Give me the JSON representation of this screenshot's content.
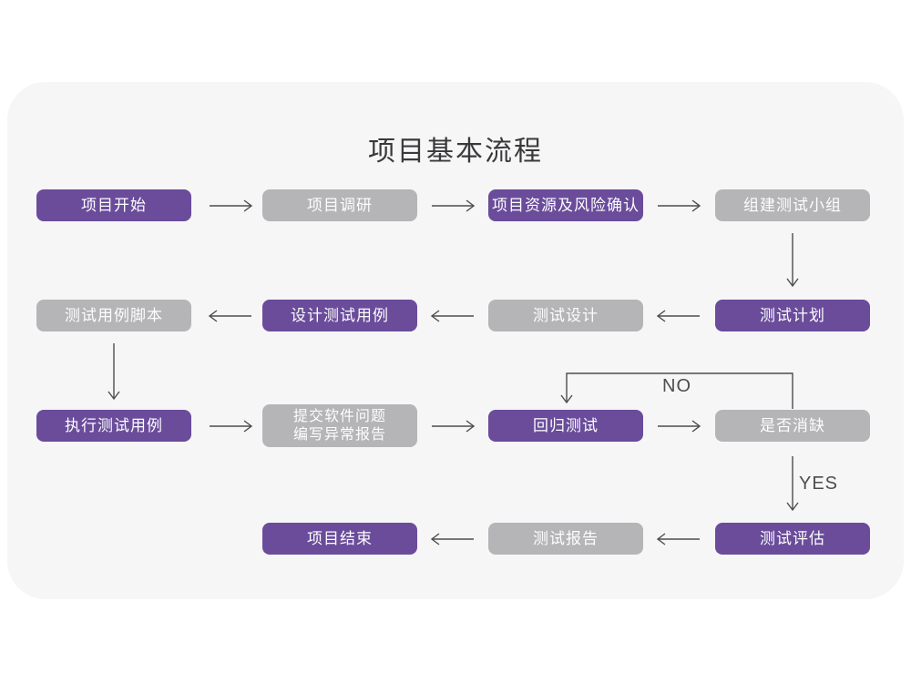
{
  "title": "项目基本流程",
  "colors": {
    "node_purple": "#6a4c9b",
    "node_gray": "#b5b5b7",
    "node_text": "#ffffff",
    "arrow": "#4d4d4f",
    "card_background": "#f6f6f7",
    "page_background": "#ffffff",
    "title_text": "#39393b"
  },
  "flow": {
    "nodes": [
      {
        "label": "项目开始",
        "variant": "purple"
      },
      {
        "label": "项目调研",
        "variant": "gray"
      },
      {
        "label": "项目资源及风险确认",
        "variant": "purple"
      },
      {
        "label": "组建测试小组",
        "variant": "gray"
      },
      {
        "label": "测试用例脚本",
        "variant": "gray"
      },
      {
        "label": "设计测试用例",
        "variant": "purple"
      },
      {
        "label": "测试设计",
        "variant": "gray"
      },
      {
        "label": "测试计划",
        "variant": "purple"
      },
      {
        "label": "执行测试用例",
        "variant": "purple"
      },
      {
        "label": "提交软件问题\n编写异常报告",
        "variant": "gray"
      },
      {
        "label": "回归测试",
        "variant": "purple"
      },
      {
        "label": "是否消缺",
        "variant": "gray"
      },
      {
        "label": "项目结束",
        "variant": "purple"
      },
      {
        "label": "测试报告",
        "variant": "gray"
      },
      {
        "label": "测试评估",
        "variant": "purple"
      }
    ],
    "edge_labels": {
      "no": "NO",
      "yes": "YES"
    }
  }
}
